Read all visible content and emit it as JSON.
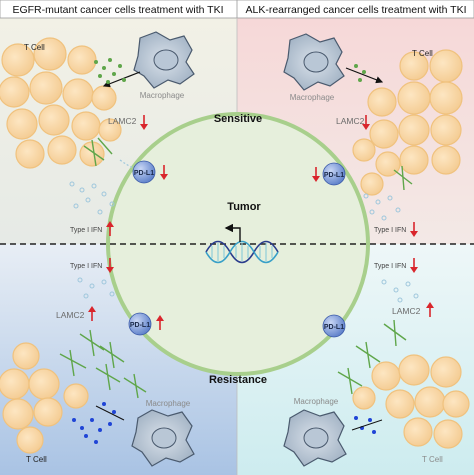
{
  "header": {
    "left_title": "EGFR-mutant cancer cells treatment with TKI",
    "right_title": "ALK-rearranged cancer cells treatment with TKI"
  },
  "center": {
    "sensitive": "Sensitive",
    "resistance": "Resistance",
    "tumor": "Tumor"
  },
  "labels": {
    "t_cell": "T Cell",
    "macrophage": "Macrophage",
    "lamc2": "LAMC2",
    "pdl1": "PD-L1",
    "type1_ifn": "Type I IFN"
  },
  "colors": {
    "top_left_bg": "#eef0e2",
    "top_right_bg": "#f5dcdc",
    "bottom_left_bg": "#c8d7ec",
    "bottom_right_bg": "#dbeff1",
    "tumor_fill": "#e7f0df",
    "tumor_stroke": "#9cc77f",
    "cell_fill": "#f8d7a8",
    "up_arrow": "#d9252c",
    "down_arrow": "#d9252c",
    "cytokine_green": "#5fa64a",
    "cytokine_blue": "#1f44d6",
    "ifn_dot": "#9fc7dc",
    "pdl1_fill": "#6f8fd6"
  }
}
